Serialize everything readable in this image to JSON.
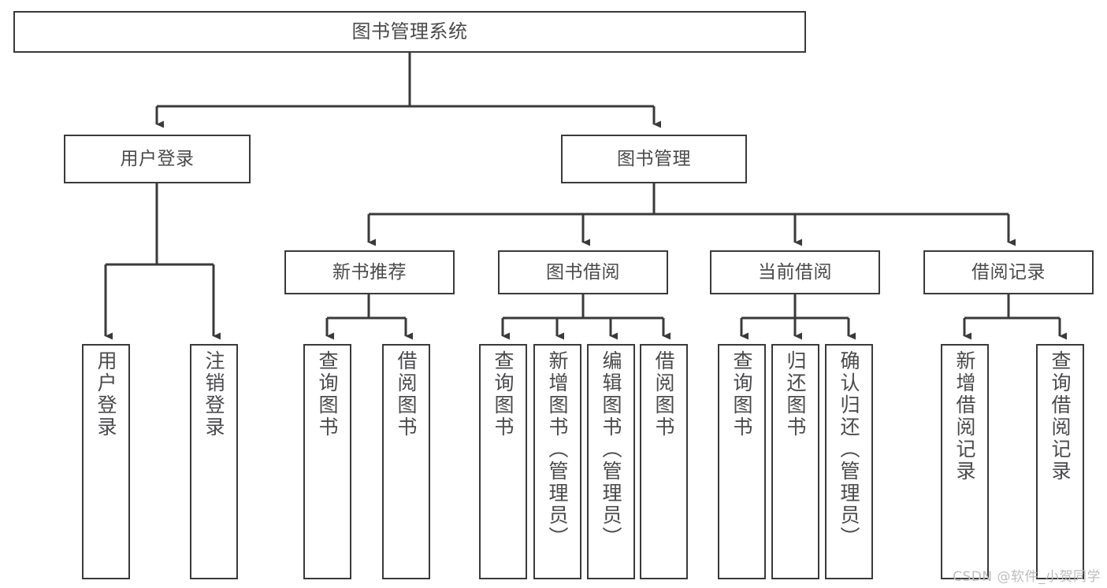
{
  "diagram": {
    "title": "图书管理系统",
    "type": "tree-hierarchy-chart",
    "stroke_color": "#3a3a3c",
    "text_color": "#4a4a4c",
    "background_color": "#ffffff",
    "nodes": {
      "root": {
        "label": "图书管理系统"
      },
      "level2": [
        {
          "label": "用户登录"
        },
        {
          "label": "图书管理"
        }
      ],
      "level3": [
        {
          "label": "新书推荐"
        },
        {
          "label": "图书借阅"
        },
        {
          "label": "当前借阅"
        },
        {
          "label": "借阅记录"
        }
      ],
      "leaves_user_login": [
        {
          "label": "用户登录"
        },
        {
          "label": "注销登录"
        }
      ],
      "leaves_new_books": [
        {
          "label": "查询图书"
        },
        {
          "label": "借阅图书"
        }
      ],
      "leaves_borrow": [
        {
          "label": "查询图书"
        },
        {
          "label": "新增图书（管理员）"
        },
        {
          "label": "编辑图书（管理员）"
        },
        {
          "label": "借阅图书"
        }
      ],
      "leaves_current": [
        {
          "label": "查询图书"
        },
        {
          "label": "归还图书"
        },
        {
          "label": "确认归还（管理员）"
        }
      ],
      "leaves_records": [
        {
          "label": "新增借阅记录"
        },
        {
          "label": "查询借阅记录"
        }
      ]
    }
  },
  "watermark": {
    "text": "CSDN @软件_小贺同学"
  }
}
